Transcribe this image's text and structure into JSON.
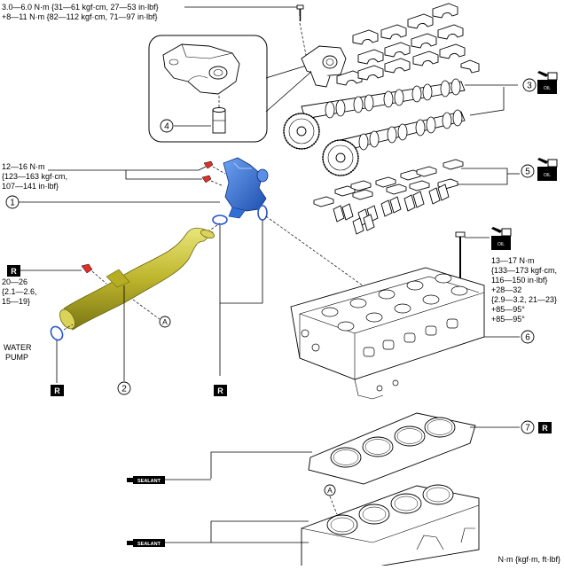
{
  "torque": {
    "top": {
      "line1": "3.0—6.0 N·m {31—61 kgf·cm, 27—53 in·lbf}",
      "line2": "+8—11 N·m {82—112 kgf·cm, 71—97 in·lbf}"
    },
    "left_upper": {
      "line1": "12—16 N·m",
      "line2": "{123—163 kgf·cm,",
      "line3": "107—141 in·lbf}"
    },
    "left_lower": {
      "line1": "20—26",
      "line2": "{2.1—2.6,",
      "line3": "15—19}"
    },
    "right": {
      "line1": "13—17 N·m",
      "line2": "{133—173 kgf·cm,",
      "line3": "116—150 in·lbf}",
      "line4": "+28—32",
      "line5": "{2.9—3.2, 21—23}",
      "line6": "+85—95°",
      "line7": "+85—95°"
    }
  },
  "callouts": {
    "c1": "1",
    "c2": "2",
    "c3": "3",
    "c4": "4",
    "c5": "5",
    "c6": "6",
    "c7": "7",
    "cA1": "A",
    "cA2": "A"
  },
  "labels": {
    "water_pump_1": "WATER",
    "water_pump_2": "PUMP",
    "replace": "R",
    "oil": "OIL",
    "sealant": "SEALANT",
    "units": "N·m {kgf·m, ft·lbf}"
  },
  "colors": {
    "pipe": "#c8c23a",
    "thermostat": "#2f6fd6",
    "bolt_red": "#e0302a",
    "oring": "#2b56c9"
  }
}
